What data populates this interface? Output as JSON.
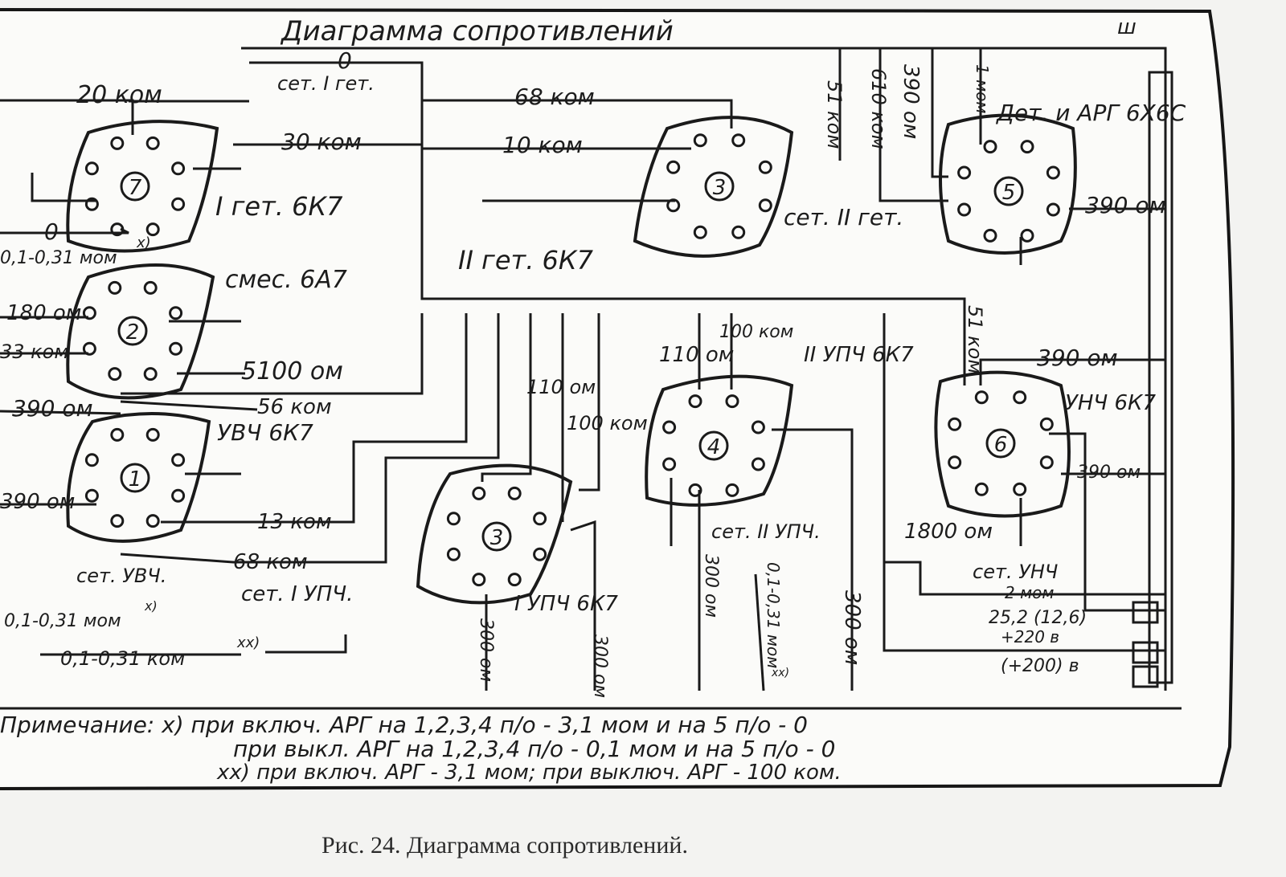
{
  "title": "Диаграмма сопротивлений",
  "ground_symbol": "ш",
  "tubes": [
    {
      "id": "tube-7",
      "number": "7",
      "name": "I гет. 6К7"
    },
    {
      "id": "tube-2",
      "number": "2",
      "name": "смес. 6А7"
    },
    {
      "id": "tube-1",
      "number": "1",
      "name": "УВЧ 6К7"
    },
    {
      "id": "tube-3-top",
      "number": "3",
      "name": "II гет. 6К7"
    },
    {
      "id": "tube-3-bottom",
      "number": "3",
      "name": "I УПЧ 6К7"
    },
    {
      "id": "tube-4",
      "number": "4",
      "name": "II УПЧ 6К7"
    },
    {
      "id": "tube-5",
      "number": "5",
      "name": "Дет. и АРГ 6Х6С"
    },
    {
      "id": "tube-6",
      "number": "6",
      "name": "УНЧ 6К7"
    }
  ],
  "labels": {
    "l20kom": "20 ком",
    "l0top": "0",
    "lsetIget": "сет. I гет.",
    "l30kom": "30 ком",
    "l0left": "0",
    "l01left": "0,1-0,31 мом",
    "l68top": "68 ком",
    "l10kom": "10 ком",
    "lsetIIget": "сет. II гет.",
    "l51v": "51 ком",
    "l610": "610 ком",
    "l390v": "390 ом",
    "l1mom": "1 мом",
    "l390r": "390 ом",
    "l180": "180 ом",
    "l33": "33 ком",
    "l5100": "5100 ом",
    "l56": "56 ком",
    "l390a": "390 ом",
    "l390b": "390 ом",
    "l13": "13 ком",
    "l68b": "68 ком",
    "lsetUVCh": "сет. УВЧ.",
    "l01b": "0,1-0,31 мом",
    "l01c": "0,1-0,31 ком",
    "lsetIUPCh": "сет. I УПЧ.",
    "l110a": "110 ом",
    "l100a": "100 ком",
    "l110b": "110 ом",
    "l100b": "100 ком",
    "l300a": "300 ом",
    "l300b": "300 ом",
    "l300c": "300 ом",
    "lsetIIUPCh": "сет. II УПЧ.",
    "l0103": "0,1-0,31 мом",
    "l300d": "300 ом",
    "l51b": "51 ком",
    "l390c": "390 ом",
    "l390d": "390 ом",
    "l1800": "1800 ом",
    "lsetUNCh": "сет. УНЧ",
    "l2mom": "2 мом",
    "l252": "25,2 (12,6)",
    "l220": "+220 в",
    "l200": "(+200) в",
    "lx1": "x)",
    "lx2": "x)",
    "lxx1": "xx)",
    "lxx2": "xx)"
  },
  "notes": [
    "Примечание: x) при включ. АРГ на 1,2,3,4 п/о - 3,1 мом и на 5 п/о - 0",
    "при выкл. АРГ на 1,2,3,4 п/о - 0,1 мом и на 5 п/о - 0",
    "xx) при включ. АРГ - 3,1 мом; при выключ. АРГ - 100 ком."
  ],
  "caption": "Рис. 24. Диаграмма сопротивлений."
}
